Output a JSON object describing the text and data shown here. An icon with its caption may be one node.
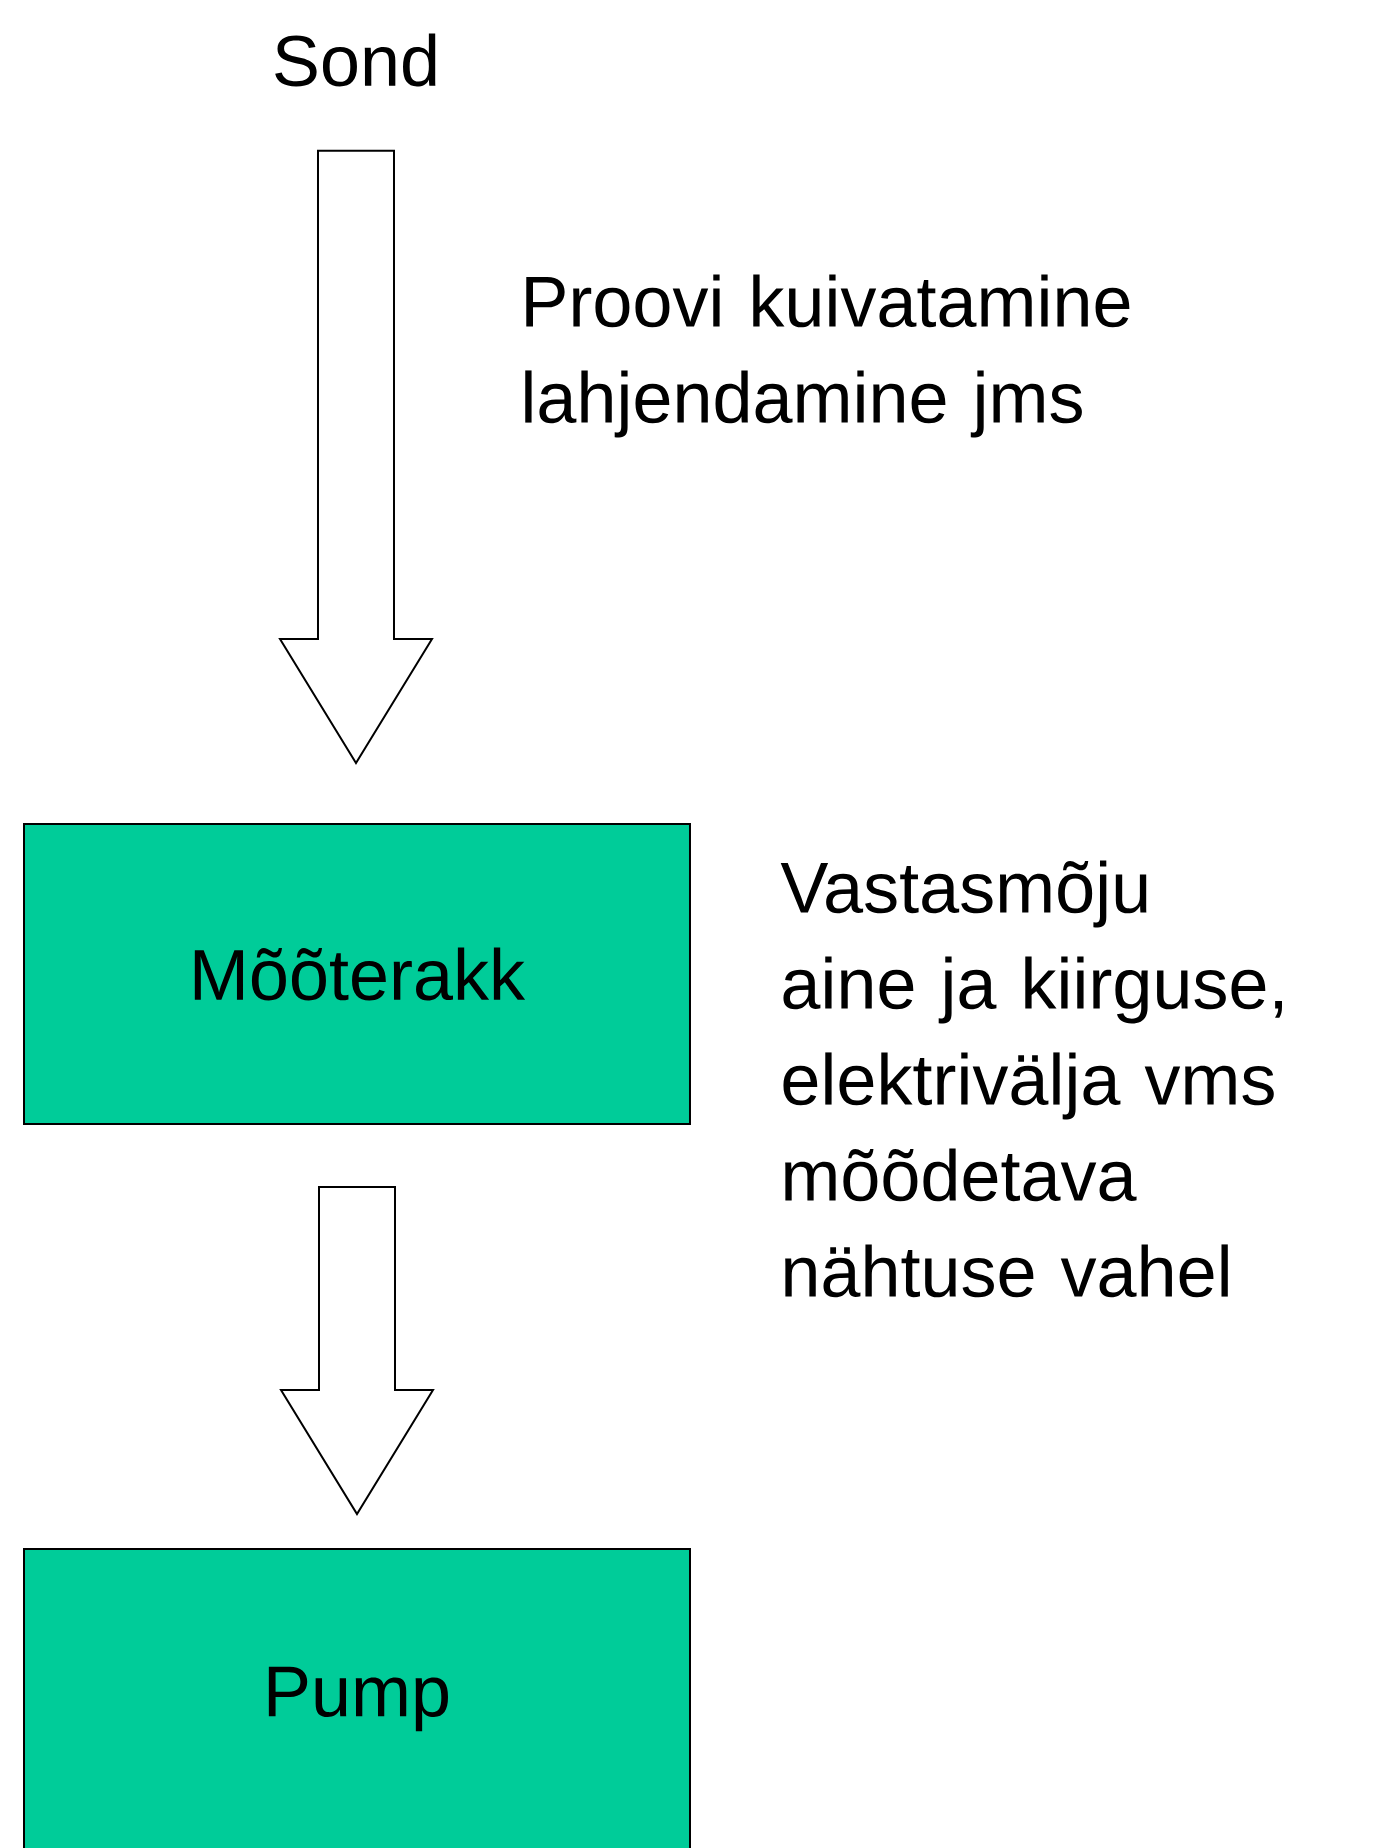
{
  "diagram": {
    "nodes": [
      {
        "text": [
          "Sond"
        ]
      },
      {
        "text": [
          "Mõõterakk"
        ]
      },
      {
        "text": [
          "Pump"
        ]
      }
    ],
    "edges": [
      {
        "from": 0,
        "to": 1,
        "arrow": "to",
        "label": "Proovi kuivatamine lahjendamine jms"
      },
      {
        "from": 1,
        "to": 2,
        "arrow": "to"
      }
    ],
    "labels": [
      "Vastasmõju aine ja kiirguse, elektrivälja vms mõõdetava nähtuse vahel"
    ]
  }
}
